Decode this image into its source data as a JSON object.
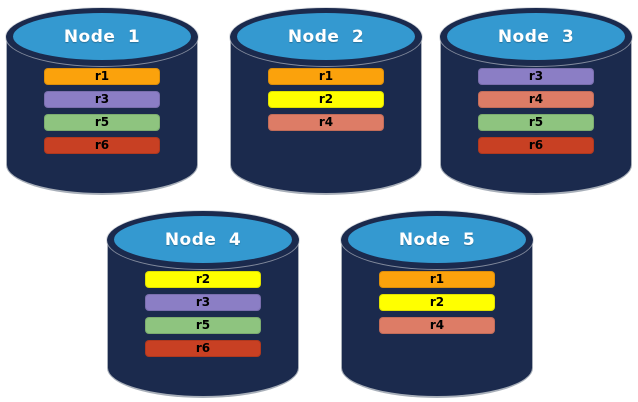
{
  "diagram": {
    "description": "Five database nodes with replicated records r1-r6",
    "colors": {
      "background": "#FFFFFF",
      "cylinder_body": "#1B2A4D",
      "cylinder_top": "#3499D0",
      "node_title_text": "#FFFFFF",
      "bar_text": "#000000"
    },
    "replica_colors": {
      "r1": "#FBA20C",
      "r2": "#FFFF00",
      "r3": "#8B7EC5",
      "r4": "#DD7C66",
      "r5": "#8EC47F",
      "r6": "#C84023"
    },
    "nodes": [
      {
        "label": "Node 1",
        "replicas": [
          "r1",
          "r3",
          "r5",
          "r6"
        ]
      },
      {
        "label": "Node 2",
        "replicas": [
          "r1",
          "r2",
          "r4"
        ]
      },
      {
        "label": "Node 3",
        "replicas": [
          "r3",
          "r4",
          "r5",
          "r6"
        ]
      },
      {
        "label": "Node 4",
        "replicas": [
          "r2",
          "r3",
          "r5",
          "r6"
        ]
      },
      {
        "label": "Node 5",
        "replicas": [
          "r1",
          "r2",
          "r4"
        ]
      }
    ]
  }
}
